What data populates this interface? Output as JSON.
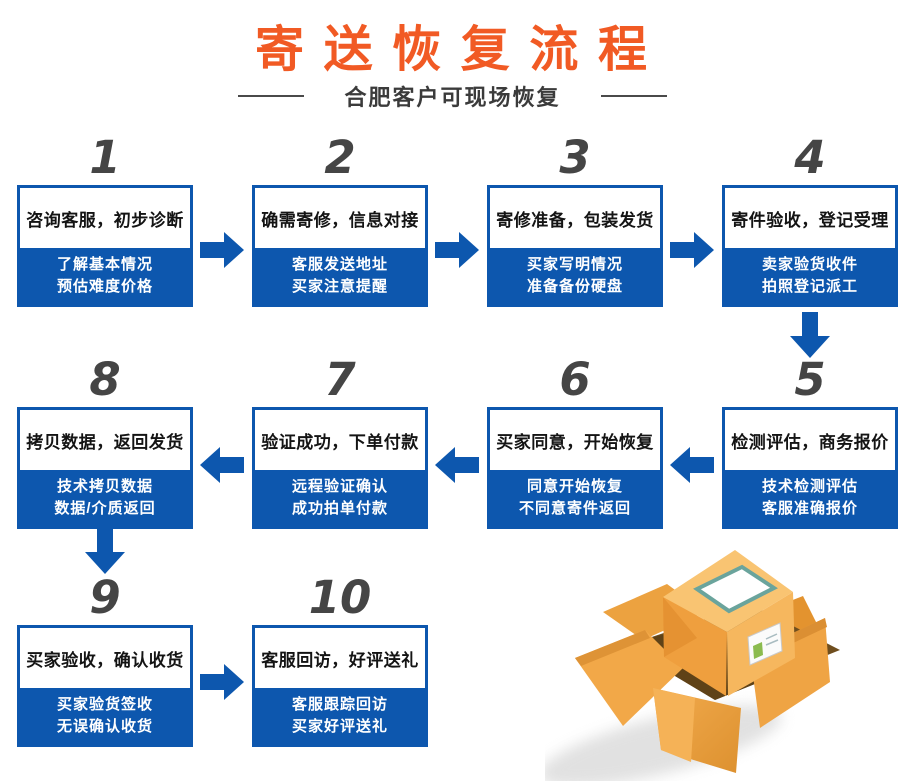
{
  "header": {
    "title": "寄 送 恢 复 流 程",
    "subtitle": "合肥客户可现场恢复"
  },
  "steps": [
    {
      "num": "1",
      "title": "咨询客服，初步诊断",
      "line1": "了解基本情况",
      "line2": "预估难度价格"
    },
    {
      "num": "2",
      "title": "确需寄修，信息对接",
      "line1": "客服发送地址",
      "line2": "买家注意提醒"
    },
    {
      "num": "3",
      "title": "寄修准备，包装发货",
      "line1": "买家写明情况",
      "line2": "准备备份硬盘"
    },
    {
      "num": "4",
      "title": "寄件验收，登记受理",
      "line1": "卖家验货收件",
      "line2": "拍照登记派工"
    },
    {
      "num": "5",
      "title": "检测评估，商务报价",
      "line1": "技术检测评估",
      "line2": "客服准确报价"
    },
    {
      "num": "6",
      "title": "买家同意，开始恢复",
      "line1": "同意开始恢复",
      "line2": "不同意寄件返回"
    },
    {
      "num": "7",
      "title": "验证成功，下单付款",
      "line1": "远程验证确认",
      "line2": "成功拍单付款"
    },
    {
      "num": "8",
      "title": "拷贝数据，返回发货",
      "line1": "技术拷贝数据",
      "line2": "数据/介质返回"
    },
    {
      "num": "9",
      "title": "买家验收，确认收货",
      "line1": "买家验货签收",
      "line2": "无误确认收货"
    },
    {
      "num": "10",
      "title": "客服回访，好评送礼",
      "line1": "客服跟踪回访",
      "line2": "买家好评送礼"
    }
  ],
  "colors": {
    "accent_blue": "#0d57ae",
    "accent_orange": "#f15a24",
    "number_gray": "#454545"
  },
  "illustration": {
    "name": "open-cardboard-box-with-parcel"
  }
}
